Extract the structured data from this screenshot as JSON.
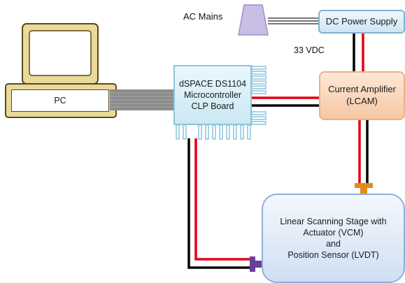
{
  "labels": {
    "ac_mains": "AC Mains",
    "dc_power_supply": "DC Power Supply",
    "voltage": "33 VDC",
    "dspace_line1": "dSPACE DS1104",
    "dspace_line2": "Microcontroller",
    "dspace_line3": "CLP Board",
    "amp_line1": "Current Amplifier",
    "amp_line2": "(LCAM)",
    "pc": "PC",
    "stage_line1": "Linear Scanning Stage with",
    "stage_line2": "Actuator (VCM)",
    "stage_line3": "and",
    "stage_line4": "Position Sensor (LVDT)"
  },
  "colors": {
    "wire_red": "#e3000f",
    "wire_black": "#000000",
    "pc_body": "#e9da9a",
    "pc_outline": "#5b4a1c",
    "transformer": "#c9bfe6",
    "ribbon": "#8c8c8c",
    "connector_orange": "#e48a1d",
    "connector_purple": "#6a3f99"
  }
}
